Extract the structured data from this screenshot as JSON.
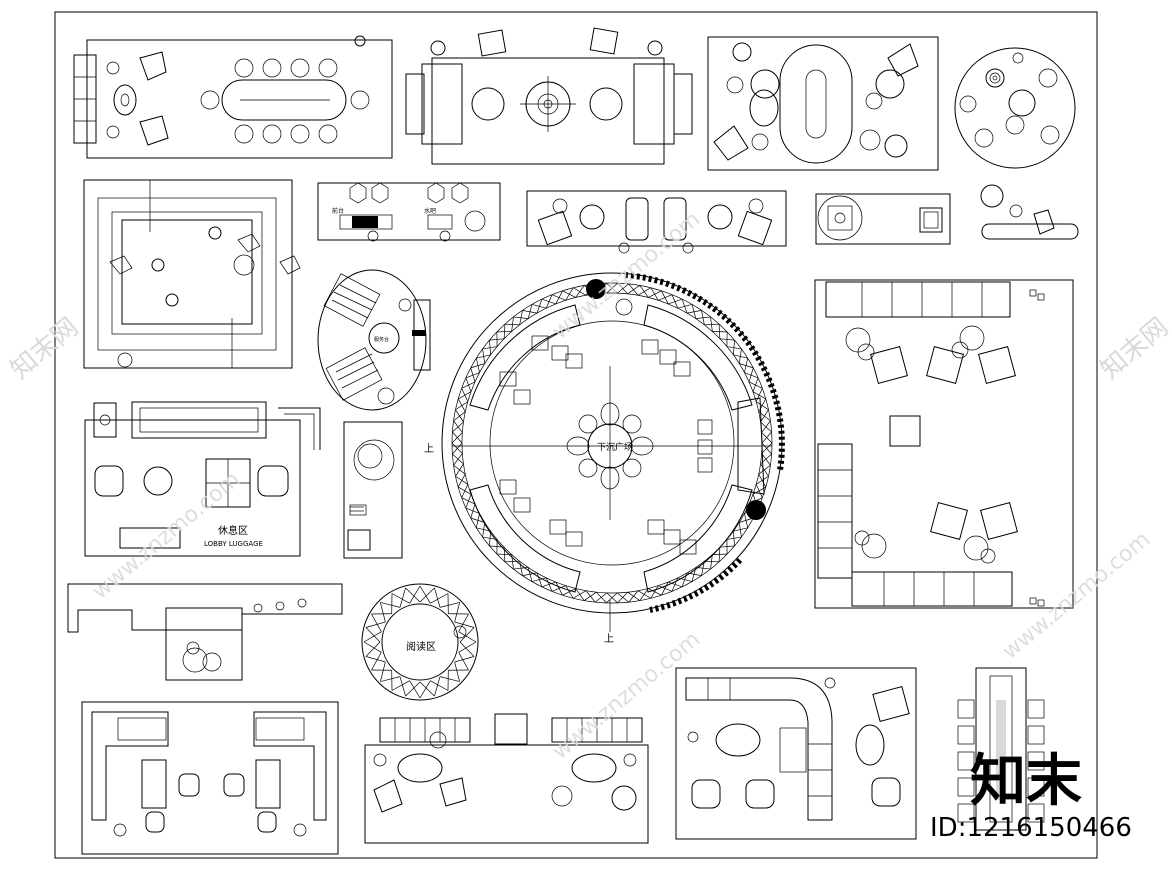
{
  "labels": {
    "lounge_cn": "休息区",
    "lounge_en": "LOBBY LUGGAGE",
    "reading_area": "阅读区",
    "plaza": "下沉广场",
    "up_left": "上",
    "up_bottom": "上",
    "small_label_a": "前台",
    "small_label_b": "水吧",
    "mini_text": "服务台"
  },
  "watermark": {
    "site": "www.znzmo.com",
    "brand": "知末",
    "id_text": "ID:1216150466",
    "side_text": "知末网"
  }
}
